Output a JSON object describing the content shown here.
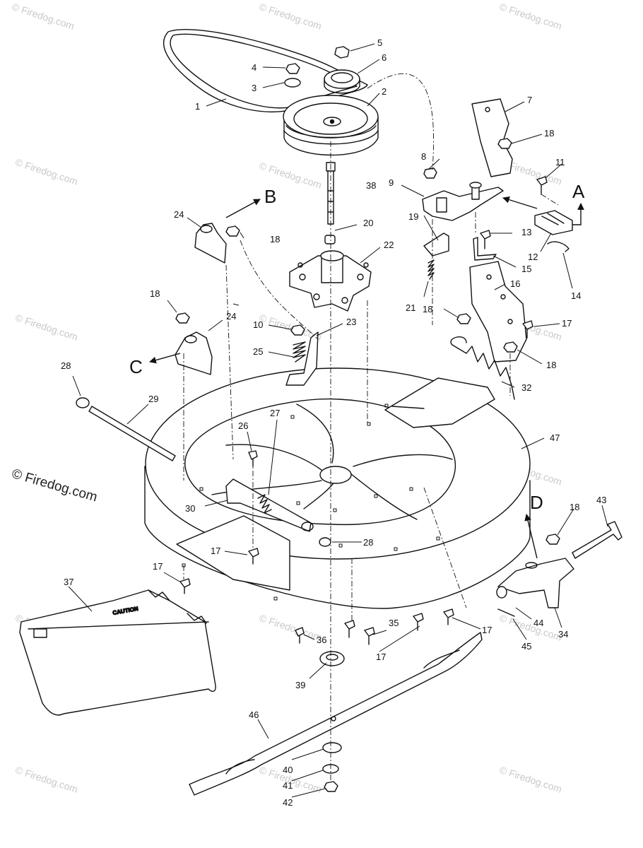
{
  "watermark": {
    "text": "© Firedog.com"
  },
  "brand_mark": "© Firedog.com",
  "callouts": {
    "c1": "1",
    "c2": "2",
    "c3": "3",
    "c4": "4",
    "c5": "5",
    "c6": "6",
    "c7": "7",
    "c8": "8",
    "c9": "9",
    "c10": "10",
    "c11": "11",
    "c12": "12",
    "c13": "13",
    "c14": "14",
    "c15": "15",
    "c16": "16",
    "c17a": "17",
    "c17b": "17",
    "c17c": "17",
    "c17d": "17",
    "c17e": "17",
    "c18a": "18",
    "c18b": "18",
    "c18c": "18",
    "c18d": "18",
    "c18e": "18",
    "c18f": "18",
    "c19": "19",
    "c20": "20",
    "c21": "21",
    "c22": "22",
    "c23": "23",
    "c24a": "24",
    "c24b": "24",
    "c25": "25",
    "c26": "26",
    "c27": "27",
    "c28a": "28",
    "c28b": "28",
    "c29": "29",
    "c30": "30",
    "c32": "32",
    "c34": "34",
    "c35": "35",
    "c36": "36",
    "c37": "37",
    "c38": "38",
    "c39": "39",
    "c40": "40",
    "c41": "41",
    "c42": "42",
    "c43": "43",
    "c44": "44",
    "c45": "45",
    "c46": "46",
    "c47": "47",
    "ref_a": "A",
    "ref_b": "B",
    "ref_c": "C",
    "ref_d": "D"
  },
  "chute_caution": "CAUTION",
  "icons": {
    "arrow": "arrow-icon"
  }
}
